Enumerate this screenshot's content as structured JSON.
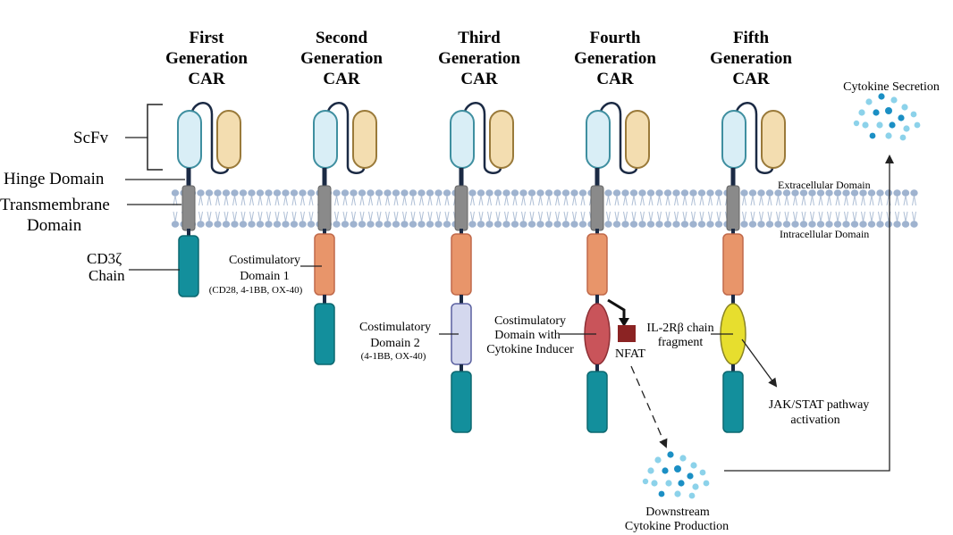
{
  "generations": [
    {
      "line1": "First",
      "line2": "Generation",
      "line3": "CAR"
    },
    {
      "line1": "Second",
      "line2": "Generation",
      "line3": "CAR"
    },
    {
      "line1": "Third",
      "line2": "Generation",
      "line3": "CAR"
    },
    {
      "line1": "Fourth",
      "line2": "Generation",
      "line3": "CAR"
    },
    {
      "line1": "Fifth",
      "line2": "Generation",
      "line3": "CAR"
    }
  ],
  "left_labels": {
    "scfv": "ScFv",
    "hinge": "Hinge Domain",
    "transmembrane_1": "Transmembrane",
    "transmembrane_2": "Domain",
    "cd3z_1": "CD3ζ",
    "cd3z_2": "Chain"
  },
  "membrane": {
    "extracellular": "Extracellular Domain",
    "intracellular": "Intracellular Domain"
  },
  "costim1": {
    "line1": "Costimulatory",
    "line2": "Domain 1",
    "detail": "(CD28, 4-1BB, OX-40)"
  },
  "costim2": {
    "line1": "Costimulatory",
    "line2": "Domain 2",
    "detail": "(4-1BB, OX-40)"
  },
  "costim_cytokine": {
    "line1": "Costimulatory",
    "line2": "Domain with",
    "line3": "Cytokine Inducer"
  },
  "nfat": "NFAT",
  "il2": {
    "line1": "IL-2Rβ chain",
    "line2": "fragment"
  },
  "jak": {
    "line1": "JAK/STAT pathway",
    "line2": "activation"
  },
  "downstream": {
    "line1": "Downstream",
    "line2": "Cytokine Production"
  },
  "secretion": "Cytokine Secretion",
  "colors": {
    "scfv_light": "#d9eef6",
    "scfv_light_stroke": "#3f8fa0",
    "scfv_heavy": "#f3ddb0",
    "scfv_heavy_stroke": "#9a7a3a",
    "hinge": "#1b2a44",
    "transmembrane": "#8a8a8a",
    "costim1": "#e8956a",
    "costim2": "#d4d8ee",
    "cd3z": "#138f9c",
    "cytokine_inducer": "#c9545a",
    "nfat": "#8b2323",
    "il2": "#e7de2e",
    "membrane_bead": "#9fb3cf",
    "dot_dark": "#1b8fc4",
    "dot_light": "#8cd2ea"
  }
}
